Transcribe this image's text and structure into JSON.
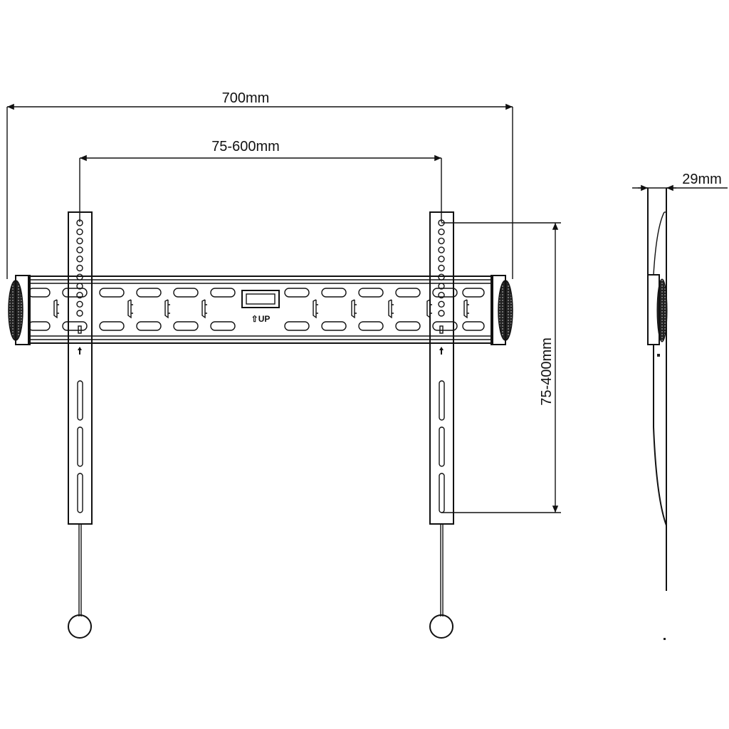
{
  "dimensions": {
    "overall_width": "700mm",
    "horizontal_vesa": "75-600mm",
    "vertical_vesa": "75-400mm",
    "depth": "29mm"
  },
  "bracket": {
    "up_label": "UP"
  },
  "colors": {
    "line": "#111111",
    "background": "#ffffff"
  }
}
